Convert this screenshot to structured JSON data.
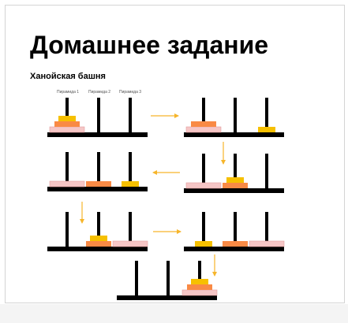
{
  "title": "Домашнее задание",
  "subtitle": "Ханойская башня",
  "peg_labels": [
    "Пирамида 1",
    "Пирамида 2",
    "Пирамида 3"
  ],
  "colors": {
    "small_disk": "#f6c000",
    "medium_disk": "#f98a45",
    "large_disk": "#f6c6c6",
    "peg": "#000000",
    "arrow": "#f6b52a"
  },
  "states": [
    {
      "pegs": [
        [
          "large",
          "medium",
          "small"
        ],
        [],
        []
      ]
    },
    {
      "pegs": [
        [
          "large",
          "medium"
        ],
        [],
        [
          "small"
        ]
      ]
    },
    {
      "pegs": [
        [
          "large"
        ],
        [
          "medium"
        ],
        [
          "small"
        ]
      ]
    },
    {
      "pegs": [
        [
          "large"
        ],
        [
          "medium",
          "small"
        ],
        []
      ]
    },
    {
      "pegs": [
        [],
        [
          "medium",
          "small"
        ],
        [
          "large"
        ]
      ]
    },
    {
      "pegs": [
        [
          "small"
        ],
        [
          "medium"
        ],
        [
          "large"
        ]
      ]
    },
    {
      "pegs": [
        [],
        [],
        [
          "large",
          "medium",
          "small"
        ]
      ]
    }
  ]
}
